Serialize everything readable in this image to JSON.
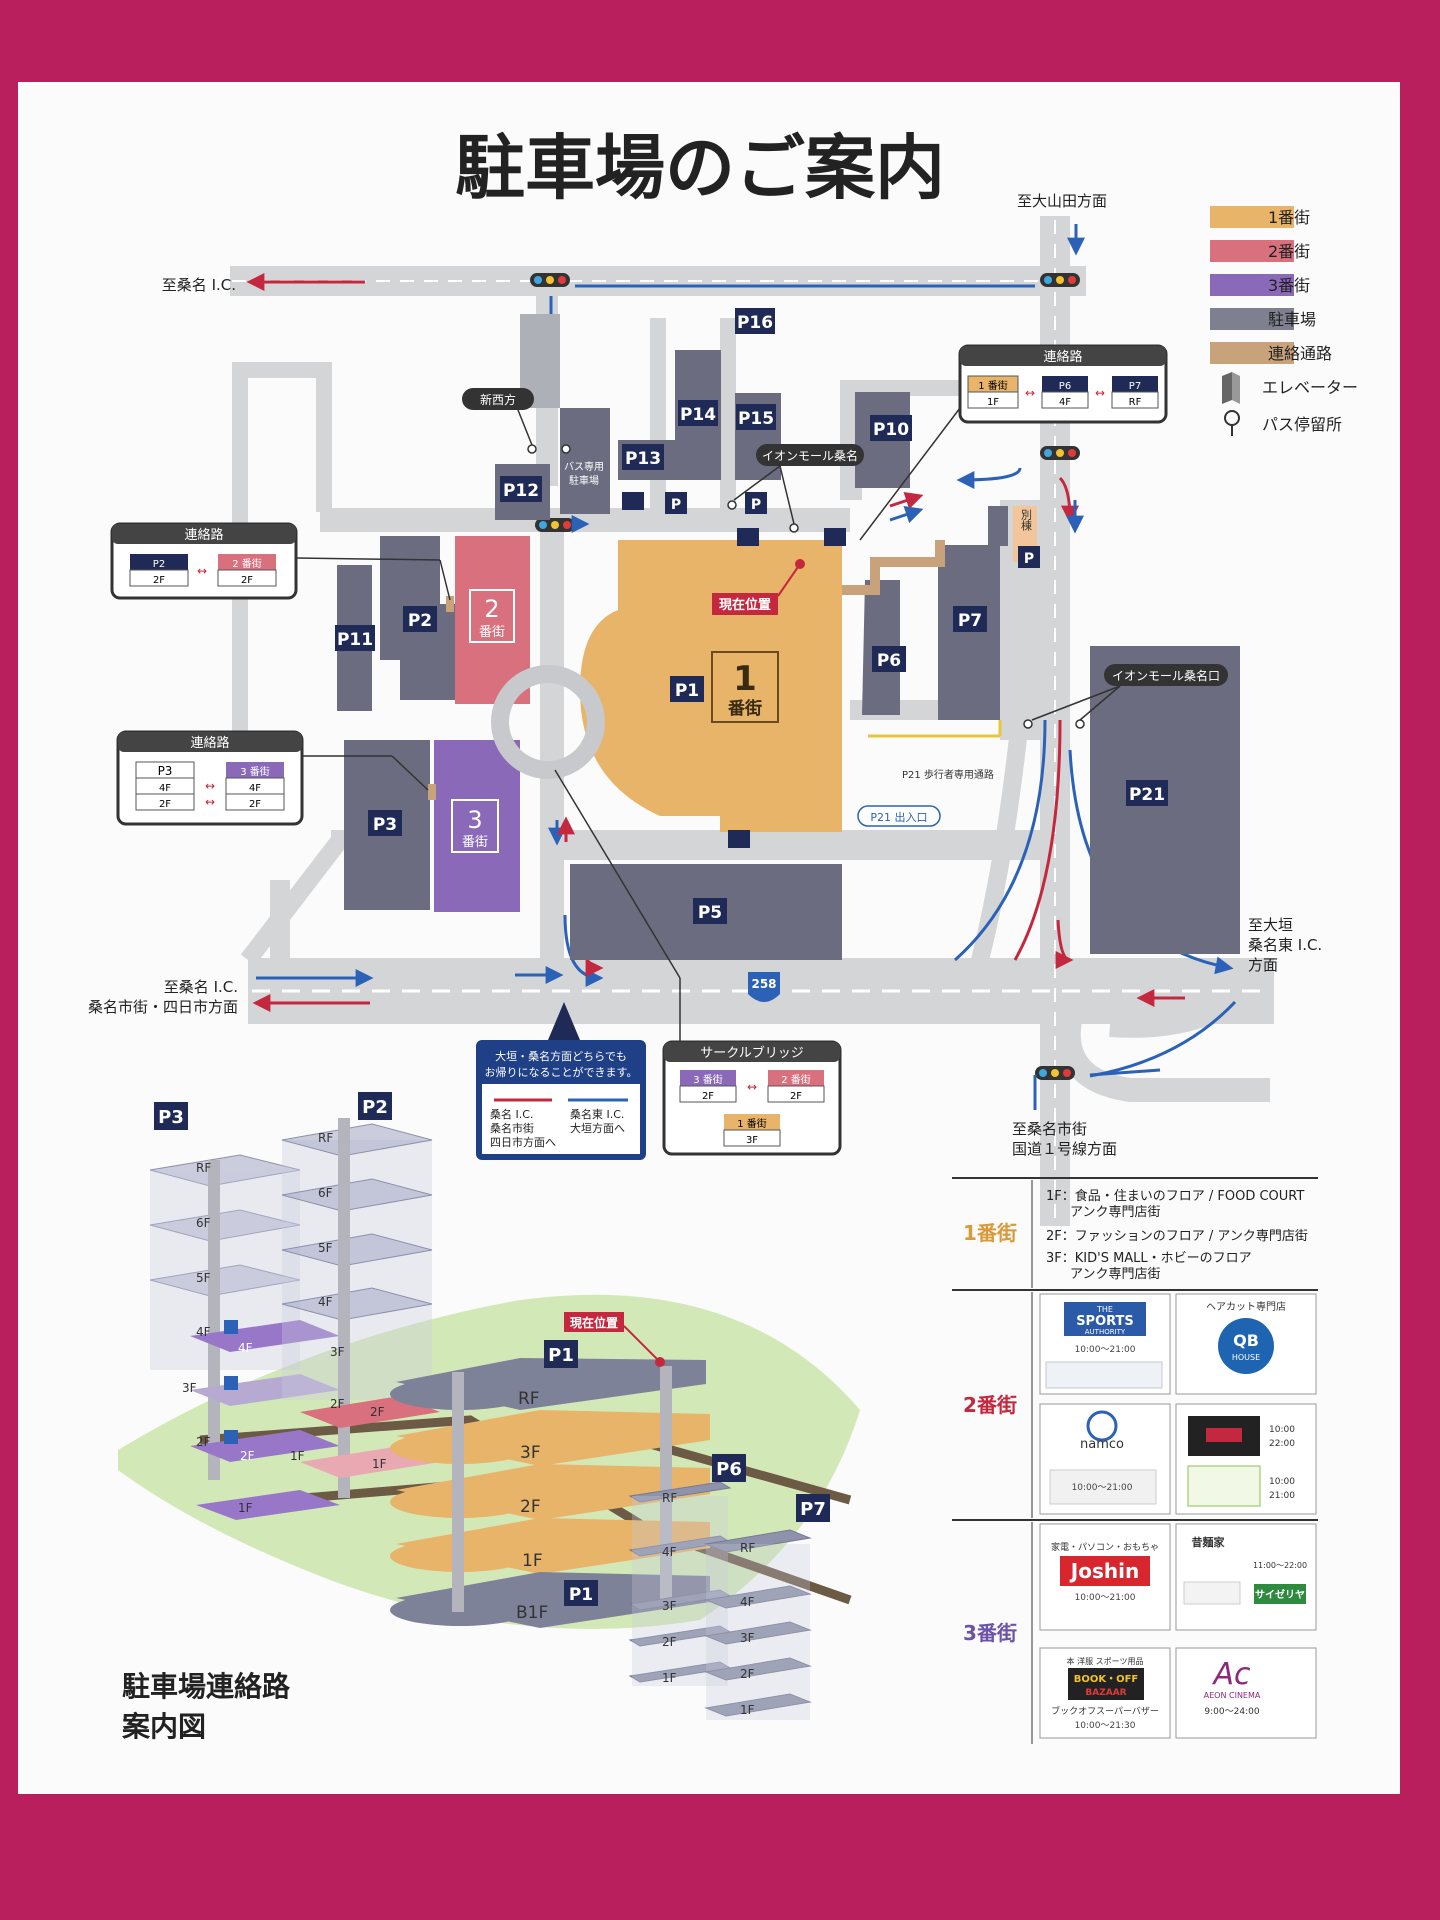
{
  "title": "駐車場のご案内",
  "legend": [
    {
      "label": "1番街",
      "color": "#e7b46a"
    },
    {
      "label": "2番街",
      "color": "#d9707e"
    },
    {
      "label": "3番街",
      "color": "#8a6ab8"
    },
    {
      "label": "駐車場",
      "color": "#7e8090"
    },
    {
      "label": "連絡通路",
      "color": "#c8a27a"
    },
    {
      "label": "エレベーター",
      "icon": "elevator-icon"
    },
    {
      "label": "パス停留所",
      "icon": "bus-stop-icon"
    }
  ],
  "directions": {
    "north": "至大山田方面",
    "west_top": "至桑名 I.C.",
    "west_bottom_1": "至桑名 I.C.",
    "west_bottom_2": "桑名市街・四日市方面",
    "east_1": "至大垣",
    "east_2": "桑名東 I.C.",
    "east_3": "方面",
    "south_1": "至桑名市街",
    "south_2": "国道１号線方面"
  },
  "parking": {
    "p1": "P1",
    "p2": "P2",
    "p3": "P3",
    "p5": "P5",
    "p6": "P6",
    "p7": "P7",
    "p10": "P10",
    "p11": "P11",
    "p12": "P12",
    "p13": "P13",
    "p14": "P14",
    "p15": "P15",
    "p16": "P16",
    "p21": "P21",
    "p_mark": "P"
  },
  "buildings": {
    "bldg1_num": "1",
    "bldg1_label": "番街",
    "bldg2_num": "2",
    "bldg2_label": "番街",
    "bldg3_num": "3",
    "bldg3_label": "番街",
    "annex": "別棟"
  },
  "labels": {
    "current_location": "現在位置",
    "bus_terminal_1": "バス専用",
    "bus_terminal_2": "駐車場",
    "shin_nishi": "新西方",
    "aeon_kuwana": "イオンモール桑名",
    "aeon_kuwana_exit": "イオンモール桑名口",
    "p21_walkway": "P21 歩行者専用通路",
    "p21_entrance": "P21 出入口",
    "route_258": "258"
  },
  "connector_ne": {
    "title": "連絡路",
    "a_top": "1 番街",
    "a_bot": "1F",
    "b_top": "P6",
    "b_bot": "4F",
    "c_top": "P7",
    "c_bot": "RF"
  },
  "connector_w1": {
    "title": "連絡路",
    "a_top": "P2",
    "a_bot": "2F",
    "b_top": "2 番街",
    "b_bot": "2F"
  },
  "connector_w2": {
    "title": "連絡路",
    "a_top": "P3",
    "a_mid": "4F",
    "a_bot": "2F",
    "b_top": "3 番街",
    "b_mid": "4F",
    "b_bot": "2F"
  },
  "circle_bridge": {
    "title": "サークルブリッジ",
    "a_top": "3 番街",
    "a_bot": "2F",
    "b_top": "2 番街",
    "b_bot": "2F",
    "c_top": "1 番街",
    "c_bot": "3F"
  },
  "return_note": {
    "line1": "大垣・桑名方面どちらでも",
    "line2": "お帰りになることができます。",
    "left_1": "桑名 I.C.",
    "left_2": "桑名市街",
    "left_3": "四日市方面へ",
    "right_1": "桑名東 I.C.",
    "right_2": "大垣方面へ"
  },
  "iso": {
    "title_1": "駐車場連絡路",
    "title_2": "案内図",
    "current": "現在位置",
    "p1": "P1",
    "p1b": "P1",
    "p2": "P2",
    "p3": "P3",
    "p6": "P6",
    "p7": "P7",
    "p3_floors": [
      "RF",
      "6F",
      "5F",
      "4F",
      "3F",
      "2F",
      "1F"
    ],
    "p2_floors": [
      "RF",
      "6F",
      "5F",
      "4F",
      "3F",
      "2F",
      "1F"
    ],
    "p2_mall": [
      "2F",
      "1F"
    ],
    "p3_mall": [
      "4F",
      "2F",
      "1F"
    ],
    "p1_floors": [
      "RF",
      "3F",
      "2F",
      "1F",
      "B1F"
    ],
    "p6_floors": [
      "RF",
      "4F",
      "3F",
      "2F",
      "1F"
    ],
    "p7_floors": [
      "RF",
      "4F",
      "3F",
      "2F",
      "1F"
    ]
  },
  "directory": {
    "zone1": "1番街",
    "zone1_lines": [
      "1F：食品・住まいのフロア / FOOD COURT",
      "アンク専門店街",
      "2F：ファッションのフロア / アンク専門店街",
      "3F：KID'S MALL・ホビーのフロア",
      "アンク専門店街"
    ],
    "zone2": "2番街",
    "zone3": "3番街",
    "sports_1": "THE",
    "sports_2": "SPORTS",
    "sports_3": "AUTHORITY",
    "sports_hours": "10:00～21:00",
    "qb_caption": "ヘアカット専門店",
    "qb_1": "QB",
    "qb_2": "HOUSE",
    "namco": "namco",
    "namco_hours": "10:00～21:00",
    "hours_a": "10:00",
    "hours_b": "22:00",
    "hours_c": "10:00",
    "hours_d": "21:00",
    "joshin_caption": "家電・パソコン・おもちゃ",
    "joshin": "Joshin",
    "joshin_hours": "10:00～21:00",
    "ramen": "昔麺家",
    "saizeriya": "サイゼリヤ",
    "saizeriya_hours": "11:00～22:00",
    "bookoff_caption": "本 洋服 スポーツ用品",
    "bookoff_1": "BOOK・OFF",
    "bookoff_2": "BAZAAR",
    "bookoff_name": "ブックオフスーパーバザー",
    "bookoff_hours": "10:00～21:30",
    "cinema_logo": "Ac",
    "cinema": "AEON CINEMA",
    "cinema_hours": "9:00～24:00"
  }
}
